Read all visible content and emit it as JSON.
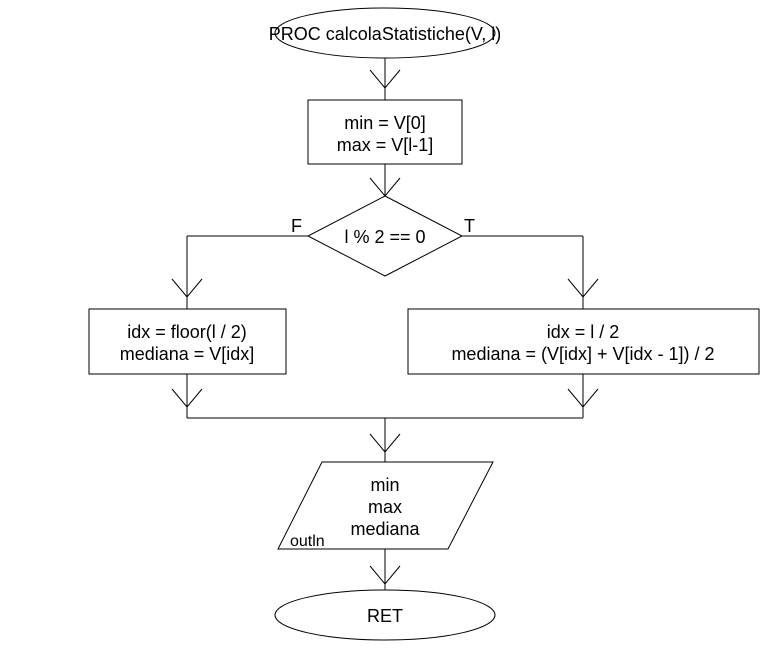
{
  "start": {
    "label": "PROC calcolaStatistiche(V, l)"
  },
  "init": {
    "lines": [
      "min = V[0]",
      "max = V[l-1]"
    ]
  },
  "decision": {
    "condition": "l % 2 == 0",
    "false_label": "F",
    "true_label": "T"
  },
  "branch_false": {
    "lines": [
      "idx = floor(l / 2)",
      "mediana = V[idx]"
    ]
  },
  "branch_true": {
    "lines": [
      "idx = l / 2",
      "mediana = (V[idx] + V[idx - 1]) / 2"
    ]
  },
  "output": {
    "lines": [
      "min",
      "max",
      "mediana"
    ],
    "tag": "outln"
  },
  "end": {
    "label": "RET"
  }
}
